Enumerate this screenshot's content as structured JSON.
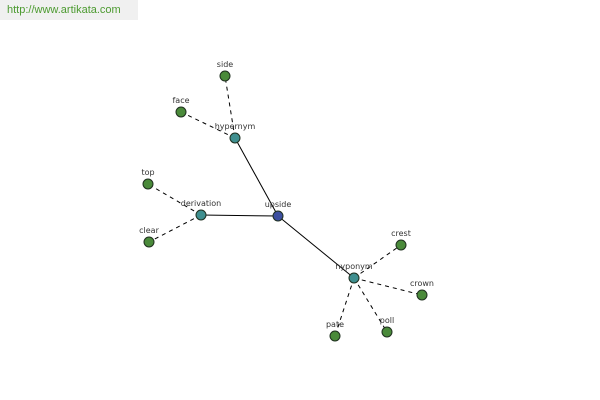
{
  "watermark": "http://www.artikata.com",
  "colors": {
    "root": "#3d4fa0",
    "relation": "#3f8f8f",
    "leaf": "#4a8a3a"
  },
  "nodes": [
    {
      "id": "upside",
      "label": "upside",
      "kind": "root"
    },
    {
      "id": "hypernym",
      "label": "hypernym",
      "kind": "relation"
    },
    {
      "id": "derivation",
      "label": "derivation",
      "kind": "relation"
    },
    {
      "id": "hyponym",
      "label": "hyponym",
      "kind": "relation"
    },
    {
      "id": "side",
      "label": "side",
      "kind": "leaf"
    },
    {
      "id": "face",
      "label": "face",
      "kind": "leaf"
    },
    {
      "id": "top",
      "label": "top",
      "kind": "leaf"
    },
    {
      "id": "clear",
      "label": "clear",
      "kind": "leaf"
    },
    {
      "id": "crest",
      "label": "crest",
      "kind": "leaf"
    },
    {
      "id": "crown",
      "label": "crown",
      "kind": "leaf"
    },
    {
      "id": "poll",
      "label": "poll",
      "kind": "leaf"
    },
    {
      "id": "pate",
      "label": "pate",
      "kind": "leaf"
    }
  ],
  "edges": [
    {
      "from": "upside",
      "to": "hypernym",
      "style": "solid"
    },
    {
      "from": "upside",
      "to": "derivation",
      "style": "solid"
    },
    {
      "from": "upside",
      "to": "hyponym",
      "style": "solid"
    },
    {
      "from": "hypernym",
      "to": "side",
      "style": "dashed"
    },
    {
      "from": "hypernym",
      "to": "face",
      "style": "dashed"
    },
    {
      "from": "derivation",
      "to": "top",
      "style": "dashed"
    },
    {
      "from": "derivation",
      "to": "clear",
      "style": "dashed"
    },
    {
      "from": "hyponym",
      "to": "crest",
      "style": "dashed"
    },
    {
      "from": "hyponym",
      "to": "crown",
      "style": "dashed"
    },
    {
      "from": "hyponym",
      "to": "poll",
      "style": "dashed"
    },
    {
      "from": "hyponym",
      "to": "pate",
      "style": "dashed"
    }
  ]
}
